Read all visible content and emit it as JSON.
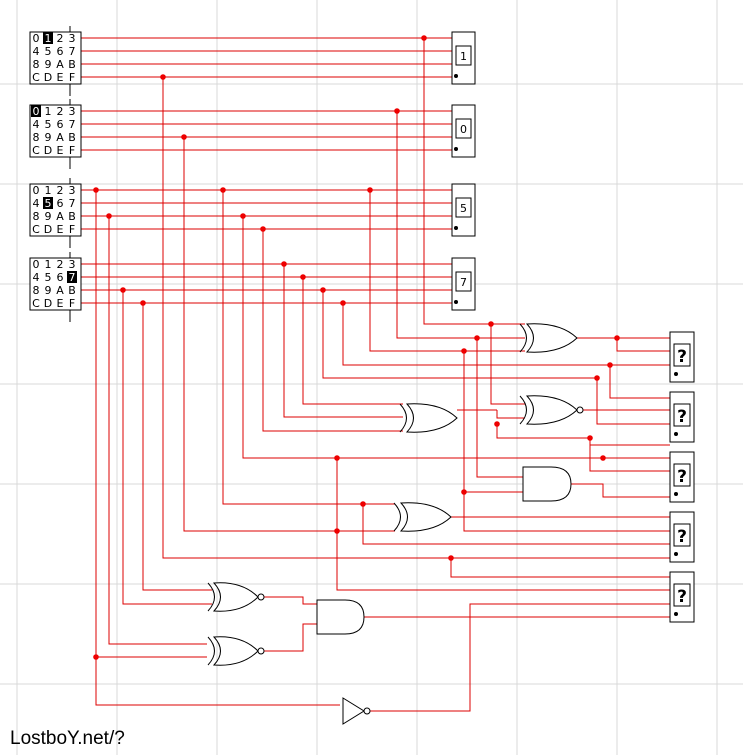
{
  "keypad_keys": [
    "0",
    "1",
    "2",
    "3",
    "4",
    "5",
    "6",
    "7",
    "8",
    "9",
    "A",
    "B",
    "C",
    "D",
    "E",
    "F"
  ],
  "keypads": [
    {
      "selected": "1"
    },
    {
      "selected": "0"
    },
    {
      "selected": "5"
    },
    {
      "selected": "7"
    }
  ],
  "hex_displays": [
    "1",
    "0",
    "5",
    "7"
  ],
  "output_displays": [
    "?",
    "?",
    "?",
    "?",
    "?"
  ],
  "footer": {
    "brand": "LostboY.net/?"
  },
  "colors": {
    "wire": "#dd0000",
    "grid": "#d9d9d9"
  }
}
